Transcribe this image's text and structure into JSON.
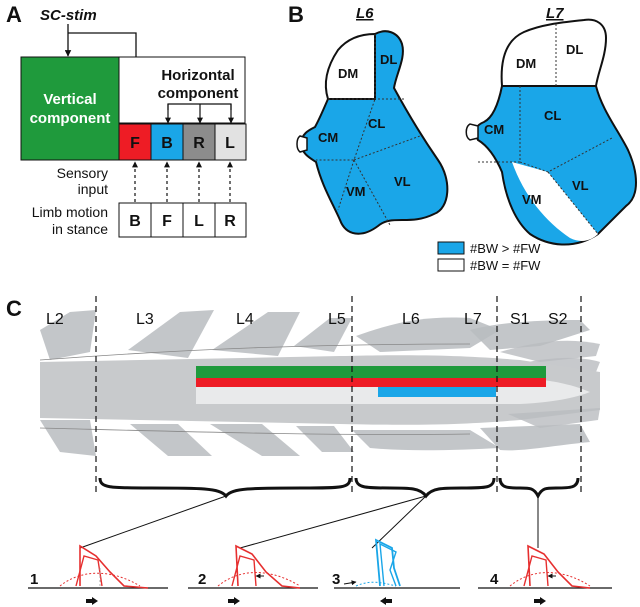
{
  "panel_a": {
    "letter": "A",
    "stim_label": "SC-stim",
    "vertical_label_1": "Vertical",
    "vertical_label_2": "component",
    "horizontal_label_1": "Horizontal",
    "horizontal_label_2": "component",
    "sensory_boxes": [
      "F",
      "B",
      "R",
      "L"
    ],
    "sensory_label_1": "Sensory",
    "sensory_label_2": "input",
    "motion_boxes": [
      "B",
      "F",
      "L",
      "R"
    ],
    "motion_label_1": "Limb motion",
    "motion_label_2": "in stance",
    "colors": {
      "vertical": "#1f9a3c",
      "F": "#ee1c25",
      "B": "#1aa6e8",
      "R": "#8c8c8c",
      "L": "#e2e2e2"
    }
  },
  "panel_b": {
    "letter": "B",
    "titles": [
      "L6",
      "L7"
    ],
    "regions": [
      "DL",
      "DM",
      "CL",
      "CM",
      "VL",
      "VM"
    ],
    "legend": [
      "#BW > #FW",
      "#BW = #FW"
    ],
    "colors": {
      "blue": "#1aa6e8",
      "white": "#ffffff"
    }
  },
  "panel_c": {
    "letter": "C",
    "segments": [
      "L2",
      "L3",
      "L4",
      "L5",
      "L6",
      "L7",
      "S1",
      "S2"
    ],
    "poses": [
      "1",
      "2",
      "3",
      "4"
    ],
    "bar_colors": {
      "green": "#1f9a3c",
      "red": "#ee1c25",
      "blue": "#1aa6e8"
    }
  }
}
